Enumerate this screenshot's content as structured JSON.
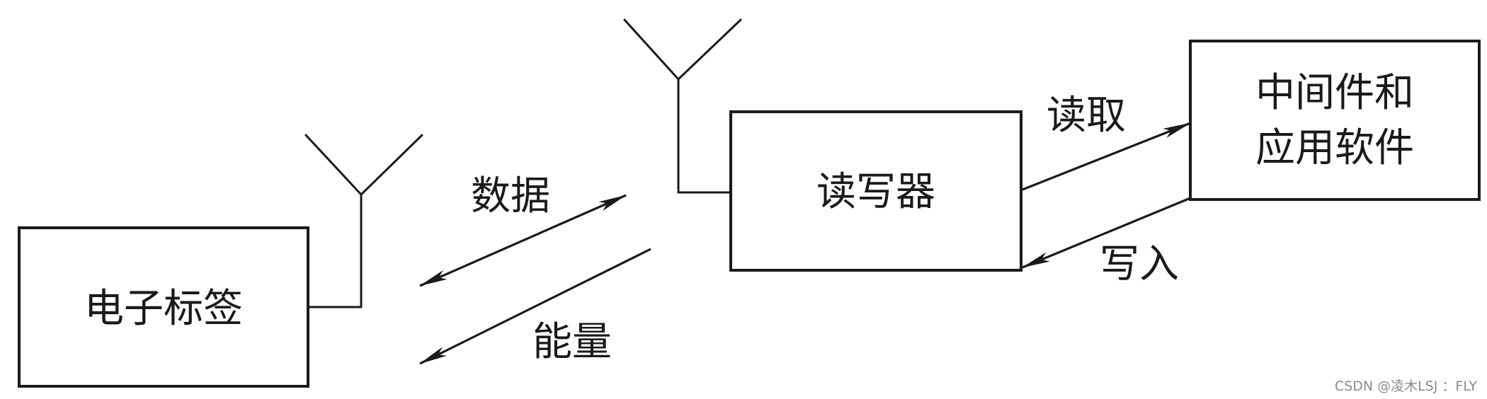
{
  "diagram": {
    "nodes": {
      "tag": "电子标签",
      "reader": "读写器",
      "middleware_line1": "中间件和",
      "middleware_line2": "应用软件"
    },
    "edge_labels": {
      "data": "数据",
      "energy": "能量",
      "read": "读取",
      "write": "写入"
    }
  },
  "watermark": "CSDN @凌木LSJ ：FLY",
  "colors": {
    "stroke": "#1a1a1a",
    "background": "#ffffff",
    "watermark": "#8a8a8a"
  }
}
